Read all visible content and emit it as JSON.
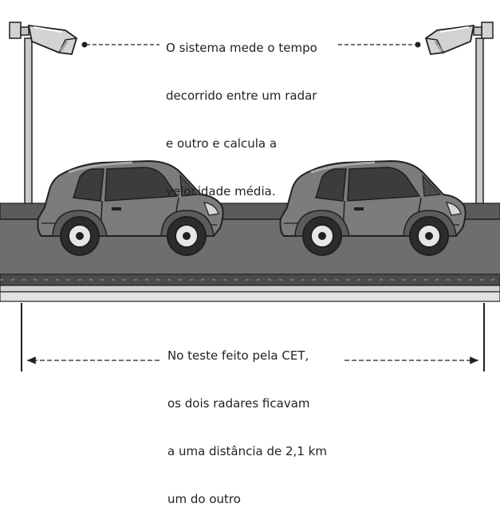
{
  "caption_top": [
    "O sistema mede o tempo",
    "decorrido entre um radar",
    "e outro e calcula a",
    "velocidade média."
  ],
  "caption_bottom": [
    "No teste feito pela CET,",
    "os dois radares ficavam",
    "a uma distância de 2,1 km",
    "um do outro"
  ],
  "colors": {
    "ink": "#231f20",
    "road": "#6d6e70",
    "road_dark": "#3f4042",
    "car_body": "#7b7c7e",
    "car_window": "#3b3c3e",
    "pole": "#c9cacc",
    "camera": "#d2d3d5"
  }
}
